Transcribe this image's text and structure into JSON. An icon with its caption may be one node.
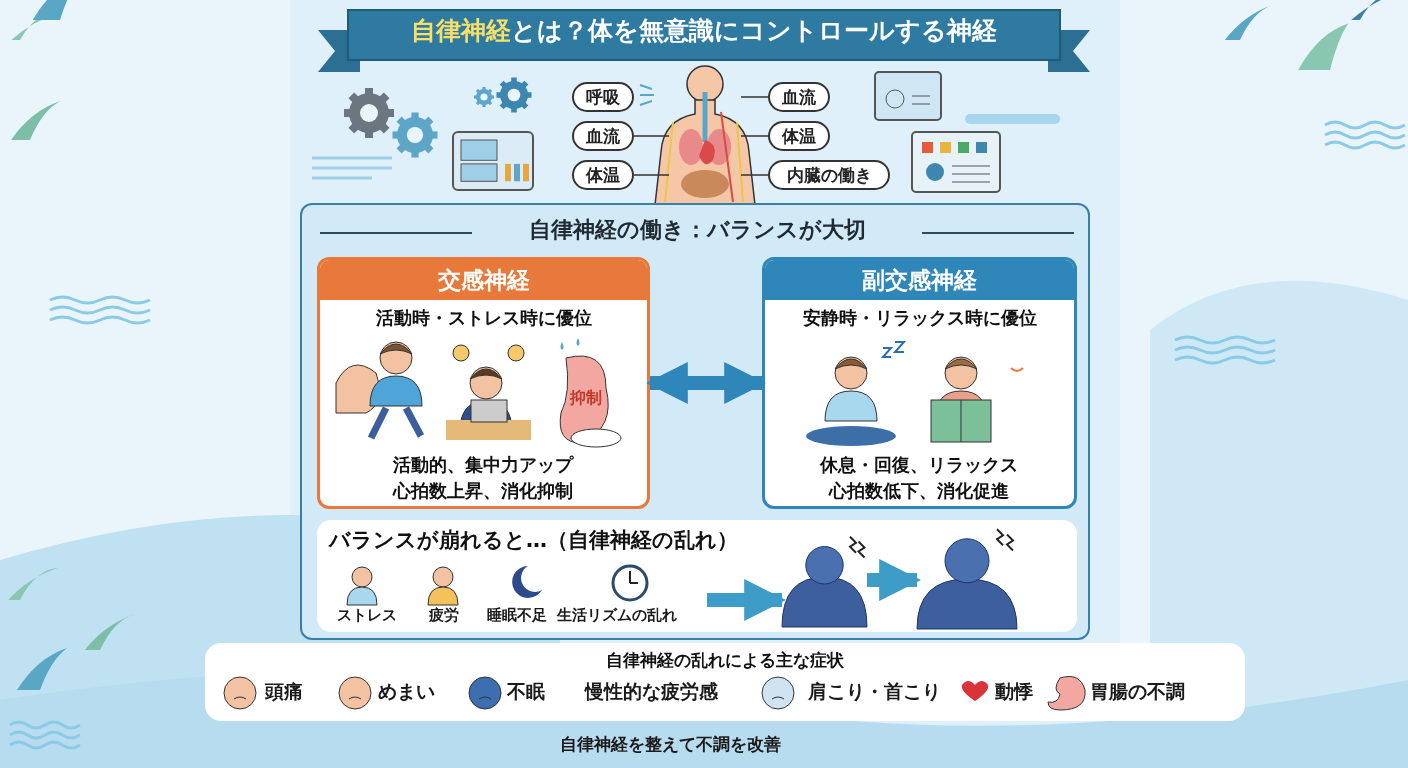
{
  "diagram": {
    "title": "**自律神経**とは？体を無意識にコントロールする神経",
    "nodes": [
      {
        "text": [],
        "shape": "picture"
      },
      {
        "text": [
          "呼吸"
        ]
      },
      {
        "text": [
          "血流"
        ]
      },
      {
        "text": [
          "体温"
        ]
      },
      {
        "text": [
          "血流"
        ]
      },
      {
        "text": [
          "体温"
        ]
      },
      {
        "text": [
          "内臓の働き"
        ]
      },
      {
        "text": [
          "自律神経の働き：バランスが大切"
        ]
      },
      {
        "text": [
          "交感神経",
          "活動時・ストレス時に優位",
          "活動的、集中力アップ心拍数上昇、消化抑制"
        ],
        "in": 7
      },
      {
        "text": [
          "副交感神経",
          "安静時・リラックス時に優位",
          "休息・回復、リラックス心拍数低下、消化促進"
        ],
        "in": 7
      },
      {
        "text": [
          "バランスが崩れると…（自律神経の乱れ）"
        ],
        "in": 7
      },
      {
        "text": [],
        "shape": "person",
        "in": 10
      },
      {
        "text": [],
        "shape": "person",
        "in": 10
      },
      {
        "text": [
          "自律神経の乱れによる主な症状"
        ]
      }
    ],
    "edges": [
      {
        "from": 2,
        "to": 0,
        "arrow": "none"
      },
      {
        "from": 3,
        "to": 0,
        "arrow": "none"
      },
      {
        "from": 4,
        "to": 0,
        "arrow": "none"
      },
      {
        "from": 5,
        "to": 0,
        "arrow": "none"
      },
      {
        "from": 6,
        "to": 0,
        "arrow": "none"
      },
      {
        "from": 8,
        "to": 9,
        "arrow": "both",
        "style": "thick",
        "color": "#2f86b8"
      },
      {
        "from": null,
        "to": 11,
        "arrow": "to",
        "style": "thick",
        "color": "#3d9cc8"
      },
      {
        "from": 11,
        "to": 12,
        "arrow": "to",
        "style": "thick",
        "color": "#3d9cc8"
      }
    ],
    "labels": [
      "抑制",
      "ストレス",
      "疲労",
      "睡眠不足",
      "生活リズムの乱れ",
      "頭痛",
      "めまい",
      "不眠",
      "慢性的な疲労感",
      "肩こり・首こり",
      "動悸",
      "胃腸の不調",
      "自律神経を整えて不調を改善"
    ]
  }
}
